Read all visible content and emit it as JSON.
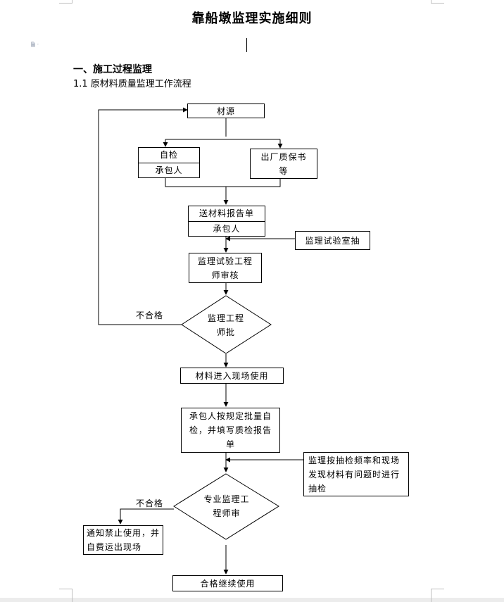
{
  "document": {
    "title": "靠船墩监理实施细则",
    "heading": "一、施工过程监理",
    "subheading": "1.1 原材料质量监理工作流程",
    "icons": [
      "document-icon"
    ]
  },
  "flowchart": {
    "materials": "材源",
    "self_check": "自检",
    "contractor_1": "承包人",
    "factory_cert": "出厂质保书等",
    "send_report": "送材料报告单",
    "contractor_2": "承包人",
    "lab_sampling": "监理试验室抽",
    "lab_engineer": "监理试验工程师审核",
    "approve": "监理工程师批",
    "reject_1": "不合格",
    "enter_site": "材料进入现场使用",
    "batch_check": "承包人按规定批量自检，并填写质检报告单",
    "spot_check": "监理按抽检频率和现场发现材料有问题时进行抽检",
    "specialist_review": "专业监理工程师审",
    "reject_2": "不合格",
    "notify": "通知禁止使用，并自费运出现场",
    "pass": "合格继续使用"
  }
}
